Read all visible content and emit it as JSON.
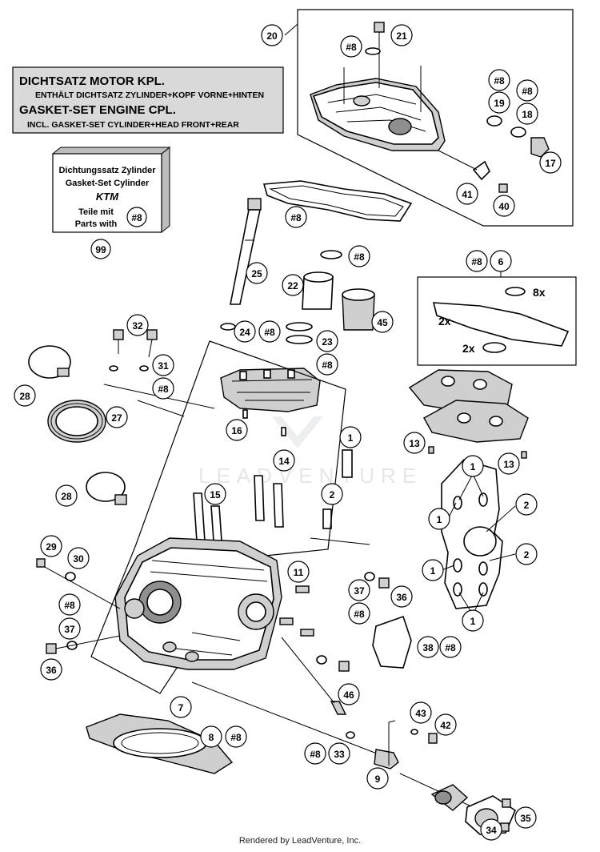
{
  "gasket_box": {
    "line1": "DICHTSATZ MOTOR KPL.",
    "line2": "ENTHÄLT DICHTSATZ ZYLINDER+KOPF VORNE+HINTEN",
    "line3": "GASKET-SET ENGINE CPL.",
    "line4": "INCL. GASKET-SET CYLINDER+HEAD FRONT+REAR"
  },
  "kit_box": {
    "line1": "Dichtungssatz Zylinder",
    "line2": "Gasket-Set Cylinder",
    "logo": "KTM",
    "line3": "Teile mit",
    "line4": "Parts with",
    "ref": "#8",
    "number": "99"
  },
  "watermark": "LEADVENTURE",
  "footer": "Rendered by LeadVenture, Inc.",
  "callouts": {
    "c20": "20",
    "c21": "21",
    "c8_valvecover": "#8",
    "c8_top_a": "#8",
    "c8_top_b": "#8",
    "c19": "19",
    "c18": "18",
    "c17": "17",
    "c41": "41",
    "c40": "40",
    "c8_gasket": "#8",
    "c8_oring": "#8",
    "c25": "25",
    "c22": "22",
    "c45": "45",
    "c24": "24",
    "c8_24": "#8",
    "c23": "23",
    "c8_23": "#8",
    "c32": "32",
    "c31": "31",
    "c8_31": "#8",
    "c28_top": "28",
    "c27": "27",
    "c16": "16",
    "c6_ref": "#8",
    "c6": "6",
    "c8x": "8x",
    "c2x_a": "2x",
    "c2x_b": "2x",
    "c13_a": "13",
    "c13_b": "13",
    "c1_a": "1",
    "c2_a": "2",
    "c14": "14",
    "c15": "15",
    "c28_bot": "28",
    "c1_b": "1",
    "c1_c": "1",
    "c1_d": "1",
    "c1_e": "1",
    "c2_b": "2",
    "c2_c": "2",
    "c29": "29",
    "c30": "30",
    "c8_left": "#8",
    "c37_left": "37",
    "c36_left": "36",
    "c11": "11",
    "c37_right": "37",
    "c8_37": "#8",
    "c36_right": "36",
    "c38": "38",
    "c8_38": "#8",
    "c7": "7",
    "c46": "46",
    "c43": "43",
    "c42": "42",
    "c8": "8",
    "c8_head": "#8",
    "c8_33": "#8",
    "c33": "33",
    "c9": "9",
    "c34": "34",
    "c35": "35"
  }
}
